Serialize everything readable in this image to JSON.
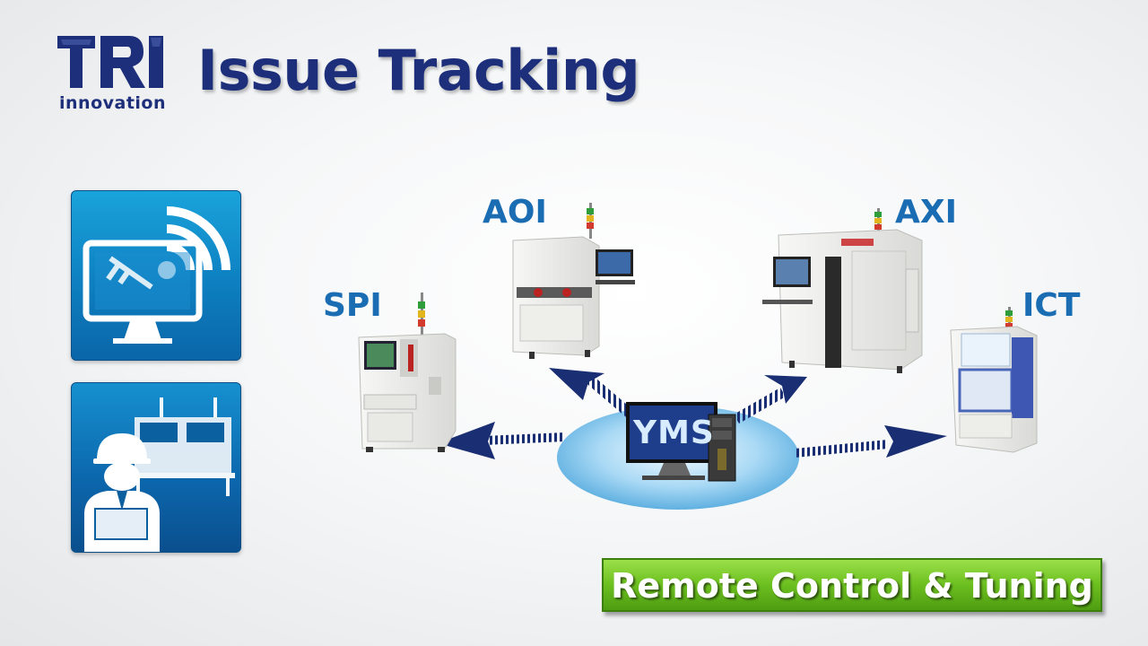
{
  "header": {
    "logo_mark": "TRI",
    "logo_sub": "innovation",
    "title": "Issue Tracking"
  },
  "tiles": [
    {
      "icon": "remote-monitor-calipers-icon"
    },
    {
      "icon": "operator-with-machines-icon"
    }
  ],
  "machines": {
    "spi": "SPI",
    "aoi": "AOI",
    "axi": "AXI",
    "ict": "ICT"
  },
  "hub": {
    "label": "YMS"
  },
  "banner": {
    "text": "Remote Control & Tuning"
  },
  "colors": {
    "brand_navy": "#1d2f7a",
    "label_blue": "#1b6db3",
    "arrow_navy": "#1a2f73",
    "tile_blue": "#0d7fc0",
    "banner_green": "#6cbf1f"
  }
}
